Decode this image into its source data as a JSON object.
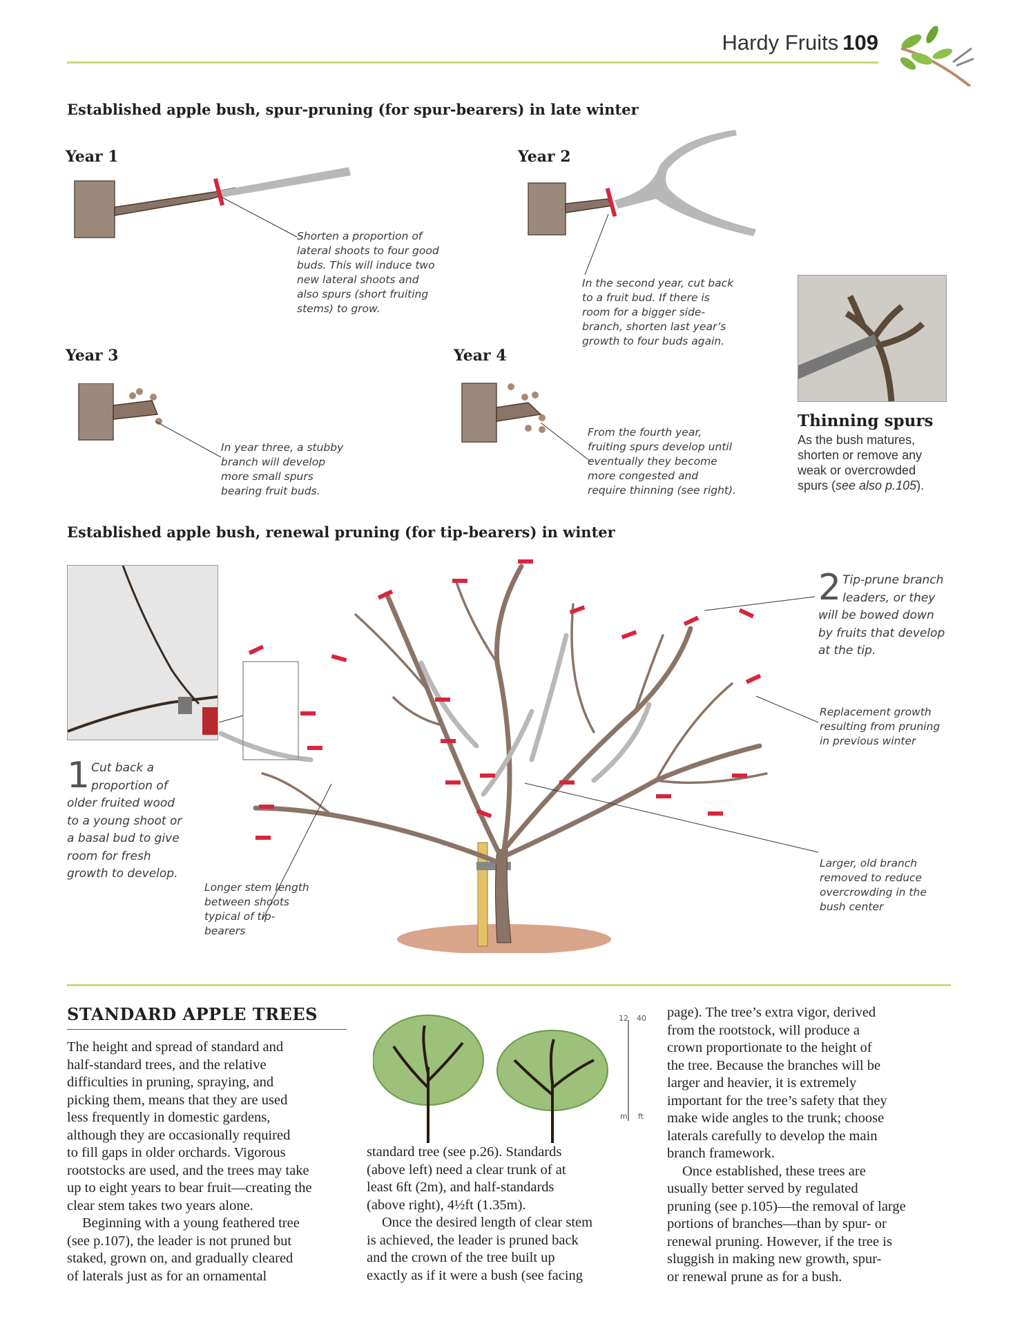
{
  "header": {
    "title": "Hardy Fruits",
    "page_number": "109",
    "icon": "leafy-twig-pruner-icon"
  },
  "spur_section": {
    "heading": "Established apple bush, spur-pruning (for spur-bearers) in late winter",
    "year1": {
      "label": "Year 1",
      "caption": [
        "Shorten a proportion of",
        "lateral shoots to four good",
        "buds. This will induce two",
        "new lateral shoots and",
        "also spurs (short fruiting",
        "stems) to grow."
      ]
    },
    "year2": {
      "label": "Year 2",
      "caption": [
        "In the second year, cut back",
        "to a fruit bud. If there is",
        "room for a bigger side-",
        "branch, shorten last year’s",
        "growth to four buds again."
      ]
    },
    "year3": {
      "label": "Year 3",
      "caption": [
        "In year three, a stubby",
        "branch will develop",
        "more small spurs",
        "bearing fruit buds."
      ]
    },
    "year4": {
      "label": "Year 4",
      "caption": [
        "From the fourth year,",
        "fruiting spurs develop until",
        "eventually they become",
        "more congested and",
        "require thinning (see right)."
      ]
    },
    "thinning": {
      "heading": "Thinning spurs",
      "body": [
        "As the bush matures,",
        "shorten or remove any",
        "weak or overcrowded",
        "spurs ("
      ],
      "ref": "see also p.105",
      "end": ")."
    }
  },
  "renewal_section": {
    "heading": "Established apple bush, renewal pruning (for tip-bearers) in winter",
    "step1": {
      "number": "1",
      "lines": [
        "Cut back a",
        "proportion of",
        "older fruited wood",
        "to a young shoot or",
        "a basal bud to give",
        "room for fresh",
        "growth to develop."
      ]
    },
    "step2": {
      "number": "2",
      "lines": [
        "Tip-prune branch",
        "leaders, or they",
        "will be bowed down",
        "by fruits that develop",
        "at the tip."
      ]
    },
    "longer_stem": [
      "Longer stem length",
      "between shoots",
      "typical of tip-",
      "bearers"
    ],
    "replacement": [
      "Replacement growth",
      "resulting from pruning",
      "in previous winter"
    ],
    "larger_branch": [
      "Larger, old branch",
      "removed to reduce",
      "overcrowding in the",
      "bush center"
    ]
  },
  "standard_section": {
    "heading": "STANDARD APPLE TREES",
    "scale": {
      "top_m": "12",
      "top_ft": "40",
      "bottom_m": "m",
      "bottom_ft": "ft"
    },
    "col1": [
      "The height and spread of standard and",
      "half-standard trees, and the relative",
      "difficulties in pruning, spraying, and",
      "picking them, means that they are used",
      "less frequently in domestic gardens,",
      "although they are occasionally required",
      "to fill gaps in older orchards. Vigorous",
      "rootstocks are used, and the trees may take",
      "up to eight years to bear fruit—creating the",
      "clear stem takes two years alone."
    ],
    "col1_p2": [
      "Beginning with a young feathered tree",
      "(see p.107), the leader is not pruned but",
      "staked, grown on, and gradually cleared",
      "of laterals just as for an ornamental"
    ],
    "col2": [
      "standard tree (see p.26). Standards",
      "(above left) need a clear trunk of at",
      "least 6ft (2m), and half-standards",
      "(above right), 4½ft (1.35m)."
    ],
    "col2_p2": [
      "Once the desired length of clear stem",
      "is achieved, the leader is pruned back",
      "and the crown of the tree built up",
      "exactly as if it were a bush (see facing"
    ],
    "col3": [
      "page). The tree’s extra vigor, derived",
      "from the rootstock, will produce a",
      "crown proportionate to the height of",
      "the tree. Because the branches will be",
      "larger and heavier, it is extremely",
      "important for the tree’s safety that they",
      "make wide angles to the trunk; choose",
      "laterals carefully to develop the main",
      "branch framework."
    ],
    "col3_p2": [
      "Once established, these trees are",
      "usually better served by regulated",
      "pruning (see p.105)—the removal of large",
      "portions of branches—than by spur- or",
      "renewal pruning. However, if the tree is",
      "sluggish in making new growth, spur-",
      "or renewal prune as for a bush."
    ]
  },
  "colors": {
    "rule": "#c9d97a",
    "cut_mark": "#d7263d",
    "branch": "#8a7468",
    "pruned_grey": "#b8b8b8",
    "foliage": "#9dc07a"
  }
}
